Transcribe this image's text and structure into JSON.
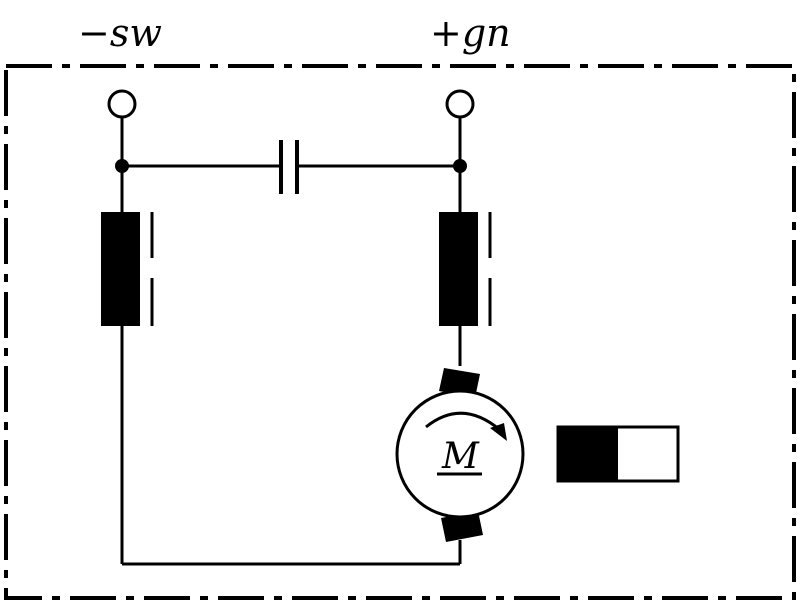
{
  "labels": {
    "terminal_negative": "−sw",
    "terminal_positive": "+gn",
    "motor": "M"
  },
  "colors": {
    "line": "#000000",
    "background": "#ffffff"
  },
  "icons": {
    "motor": "dc-motor-icon",
    "capacitor": "capacitor-icon",
    "choke": "inductor-choke-icon",
    "switch": "two-state-indicator-icon"
  }
}
